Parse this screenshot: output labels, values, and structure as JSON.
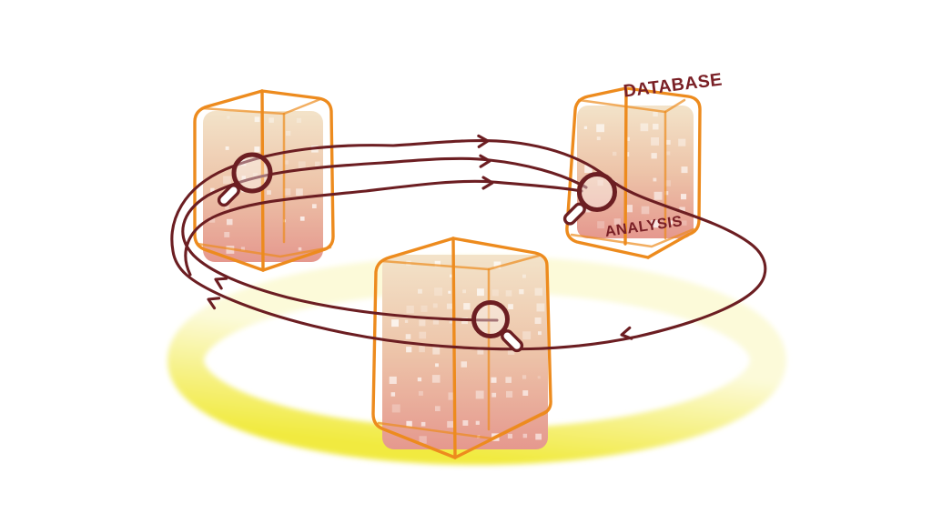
{
  "labels": {
    "database": "DATABASE",
    "analysis": "ANALYSIS"
  },
  "colors": {
    "background": "#FFFFFF",
    "orange": "#ED8B1E",
    "maroon": "#6C1E22",
    "label": "#7A2026",
    "ring_yellow": "#F1EA3F",
    "ring_pale": "#FCFAD9",
    "panel_top": "#F3E3C9",
    "panel_mid": "#EDC4A9",
    "panel_bottom": "#E5988E"
  },
  "diagram": {
    "type": "cycle-illustration",
    "flow_direction": "clockwise",
    "orbit_line_count": 3,
    "arrowhead_count": 6,
    "nodes": [
      {
        "id": "left-database",
        "icon": "magnifier-icon"
      },
      {
        "id": "right-database",
        "icon": "magnifier-icon",
        "caption_top": "DATABASE",
        "caption_inner": "ANALYSIS"
      },
      {
        "id": "bottom-database",
        "icon": "magnifier-icon"
      }
    ]
  }
}
